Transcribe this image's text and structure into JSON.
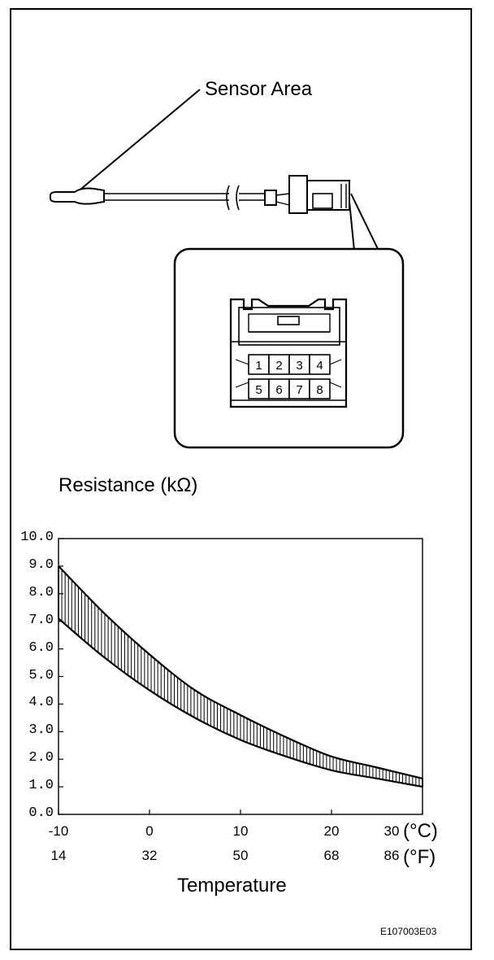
{
  "labels": {
    "sensor_area": "Sensor Area",
    "resistance_title": "Resistance (kΩ)",
    "temperature_title": "Temperature",
    "unit_c": "(°C)",
    "unit_f": "(°F)",
    "ref_code": "E107003E03"
  },
  "connector": {
    "pins_top": [
      "1",
      "2",
      "3",
      "4"
    ],
    "pins_bottom": [
      "5",
      "6",
      "7",
      "8"
    ]
  },
  "chart_data": {
    "type": "area",
    "title": "Resistance (kΩ)",
    "xlabel": "Temperature",
    "ylabel": "Resistance (kΩ)",
    "xlim": [
      -10,
      30
    ],
    "ylim": [
      0,
      10
    ],
    "y_ticks": [
      "0.0",
      "1.0",
      "2.0",
      "3.0",
      "4.0",
      "5.0",
      "6.0",
      "7.0",
      "8.0",
      "9.0",
      "10.0"
    ],
    "x_ticks_c": [
      "-10",
      "0",
      "10",
      "20",
      "30"
    ],
    "x_ticks_f": [
      "14",
      "32",
      "50",
      "68",
      "86"
    ],
    "series": [
      {
        "x": [
          -10,
          -5,
          0,
          5,
          10,
          15,
          20,
          25,
          30
        ],
        "values": [
          9.0,
          7.3,
          5.8,
          4.5,
          3.6,
          2.8,
          2.1,
          1.7,
          1.3
        ]
      },
      {
        "x": [
          -10,
          -5,
          0,
          5,
          10,
          15,
          20,
          25,
          30
        ],
        "values": [
          7.1,
          5.7,
          4.5,
          3.5,
          2.7,
          2.1,
          1.6,
          1.3,
          1.0
        ]
      }
    ]
  }
}
